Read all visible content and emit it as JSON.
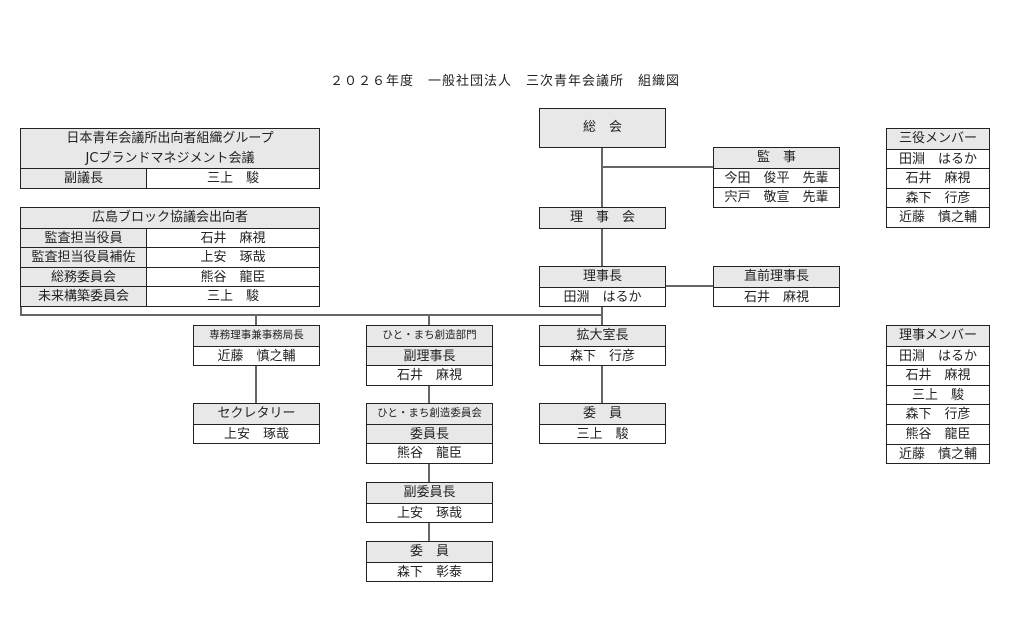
{
  "title": "２０２６年度　一般社団法人　三次青年会議所　組織図",
  "jc_group": {
    "title1": "日本青年会議所出向者組織グループ",
    "title2": "JCブランドマネジメント会議",
    "rows": [
      {
        "role": "副議長",
        "name": "三上　駿"
      }
    ]
  },
  "hiroshima": {
    "title": "広島ブロック協議会出向者",
    "rows": [
      {
        "role": "監査担当役員",
        "name": "石井　麻視"
      },
      {
        "role": "監査担当役員補佐",
        "name": "上安　琢哉"
      },
      {
        "role": "総務委員会",
        "name": "熊谷　龍臣"
      },
      {
        "role": "未来構築委員会",
        "name": "三上　駿"
      }
    ]
  },
  "general": "総　会",
  "auditor": {
    "title": "監　事",
    "rows": [
      "今田　俊平　先輩",
      "宍戸　敬宣　先輩"
    ]
  },
  "board": "理　事　会",
  "president": {
    "title": "理事長",
    "name": "田淵　はるか"
  },
  "past_president": {
    "title": "直前理事長",
    "name": "石井　麻視"
  },
  "expansion": {
    "title": "拡大室長",
    "name": "森下　行彦"
  },
  "expansion_member": {
    "title": "委　員",
    "name": "三上　駿"
  },
  "executive": {
    "title": "専務理事兼事務局長",
    "name": "近藤　慎之輔"
  },
  "secretary": {
    "title": "セクレタリー",
    "name": "上安　琢哉"
  },
  "division": {
    "title": "ひと・まち創造部門",
    "role": "副理事長",
    "name": "石井　麻視"
  },
  "committee": {
    "title": "ひと・まち創造委員会",
    "role": "委員長",
    "name": "熊谷　龍臣"
  },
  "vice_chair": {
    "title": "副委員長",
    "name": "上安　琢哉"
  },
  "committee_member": {
    "title": "委　員",
    "name": "森下　彰泰"
  },
  "sanyaku": {
    "title": "三役メンバー",
    "members": [
      "田淵　はるか",
      "石井　麻視",
      "森下　行彦",
      "近藤　慎之輔"
    ]
  },
  "riji": {
    "title": "理事メンバー",
    "members": [
      "田淵　はるか",
      "石井　麻視",
      "三上　駿",
      "森下　行彦",
      "熊谷　龍臣",
      "近藤　慎之輔"
    ]
  }
}
